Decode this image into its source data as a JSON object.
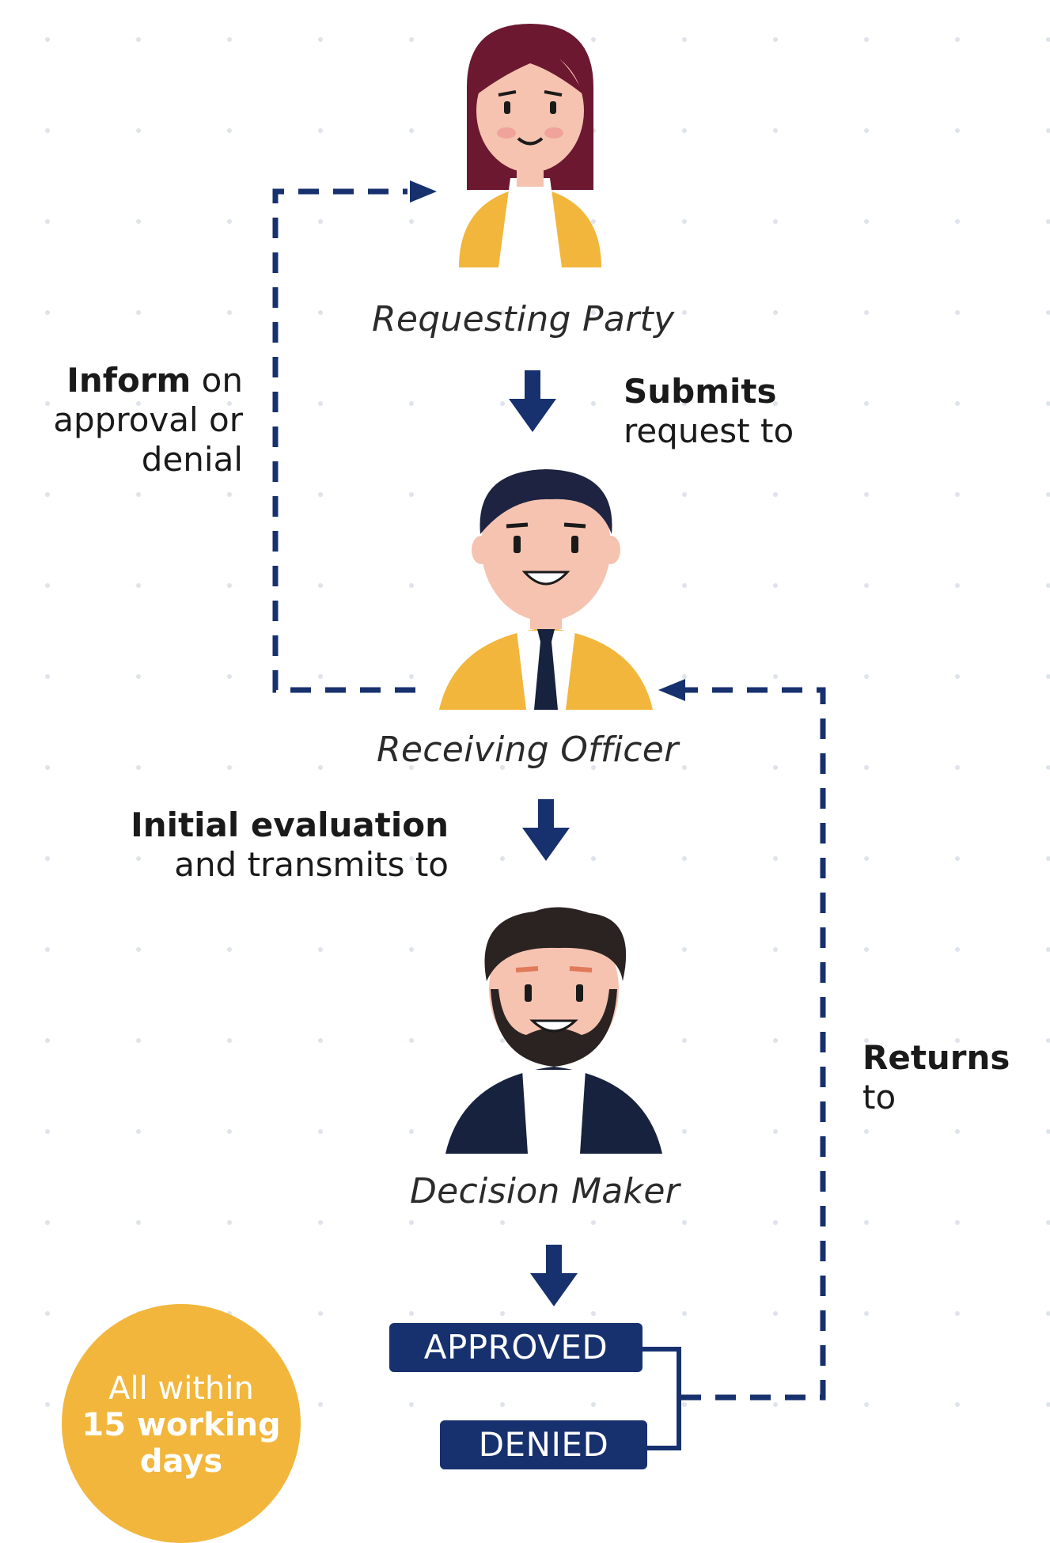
{
  "roles": {
    "requesting": "Requesting Party",
    "receiving": "Receiving Officer",
    "decision": "Decision Maker"
  },
  "steps": {
    "submits": {
      "bold": "Submits",
      "rest": "request to"
    },
    "inform": {
      "bold": "Inform",
      "rest1": " on",
      "rest2": "approval or",
      "rest3": "denial"
    },
    "initial": {
      "bold": "Initial evaluation",
      "rest": "and transmits to"
    },
    "returns": {
      "bold": "Returns",
      "rest": "to"
    }
  },
  "outcomes": {
    "approved": "APPROVED",
    "denied": "DENIED"
  },
  "deadline": {
    "line1": "All within",
    "line2": "15 working",
    "line3": "days"
  },
  "colors": {
    "navy": "#17316e",
    "yellow": "#f2b63c",
    "hair_woman": "#6b1830",
    "hair_men": "#1d2340",
    "skin": "#f5c3b0",
    "dot": "#dfe3ea"
  },
  "icons": [
    "woman-avatar-icon",
    "man-tie-avatar-icon",
    "bearded-man-avatar-icon",
    "arrow-down-icon",
    "arrow-right-icon",
    "arrow-left-icon"
  ]
}
